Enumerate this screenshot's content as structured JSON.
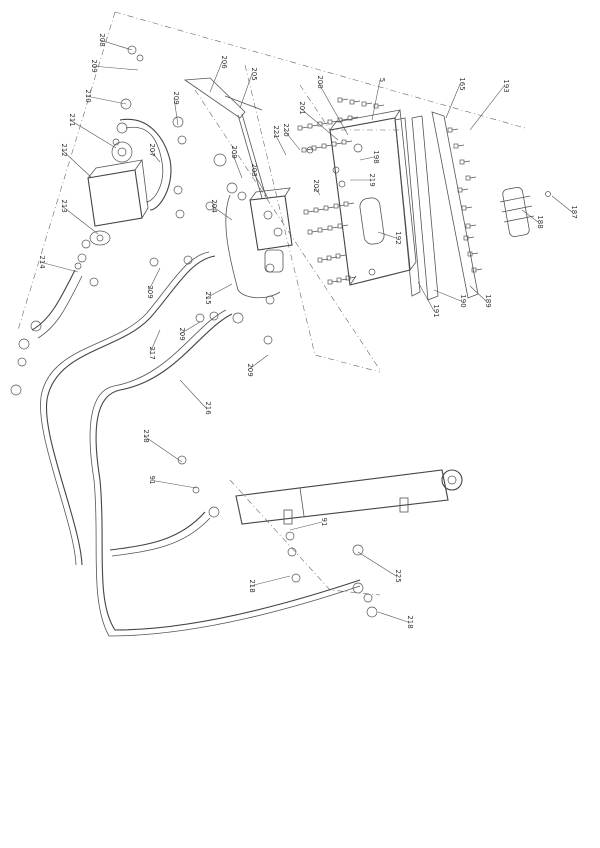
{
  "diagram": {
    "part_labels": [
      {
        "id": "208",
        "text": "208"
      },
      {
        "id": "209a",
        "text": "209"
      },
      {
        "id": "210",
        "text": "210"
      },
      {
        "id": "211",
        "text": "211"
      },
      {
        "id": "212",
        "text": "212"
      },
      {
        "id": "213",
        "text": "213"
      },
      {
        "id": "214",
        "text": "214"
      },
      {
        "id": "206",
        "text": "206"
      },
      {
        "id": "205",
        "text": "205"
      },
      {
        "id": "209b",
        "text": "209"
      },
      {
        "id": "207",
        "text": "207"
      },
      {
        "id": "209c",
        "text": "209"
      },
      {
        "id": "221",
        "text": "221"
      },
      {
        "id": "220",
        "text": "220"
      },
      {
        "id": "203",
        "text": "203"
      },
      {
        "id": "204",
        "text": "204"
      },
      {
        "id": "202",
        "text": "202"
      },
      {
        "id": "201",
        "text": "201"
      },
      {
        "id": "200",
        "text": "200"
      },
      {
        "id": "5",
        "text": "5"
      },
      {
        "id": "165",
        "text": "165"
      },
      {
        "id": "193",
        "text": "193"
      },
      {
        "id": "198",
        "text": "198"
      },
      {
        "id": "219",
        "text": "219"
      },
      {
        "id": "192",
        "text": "192"
      },
      {
        "id": "188",
        "text": "188"
      },
      {
        "id": "187",
        "text": "187"
      },
      {
        "id": "191",
        "text": "191"
      },
      {
        "id": "190",
        "text": "190"
      },
      {
        "id": "189",
        "text": "189"
      },
      {
        "id": "215",
        "text": "215"
      },
      {
        "id": "209d",
        "text": "209"
      },
      {
        "id": "209e",
        "text": "209"
      },
      {
        "id": "209f",
        "text": "209"
      },
      {
        "id": "217",
        "text": "217"
      },
      {
        "id": "216",
        "text": "216"
      },
      {
        "id": "218a",
        "text": "218"
      },
      {
        "id": "91a",
        "text": "91"
      },
      {
        "id": "91b",
        "text": "91"
      },
      {
        "id": "218b",
        "text": "218"
      },
      {
        "id": "225",
        "text": "225"
      },
      {
        "id": "218c",
        "text": "218"
      }
    ]
  }
}
